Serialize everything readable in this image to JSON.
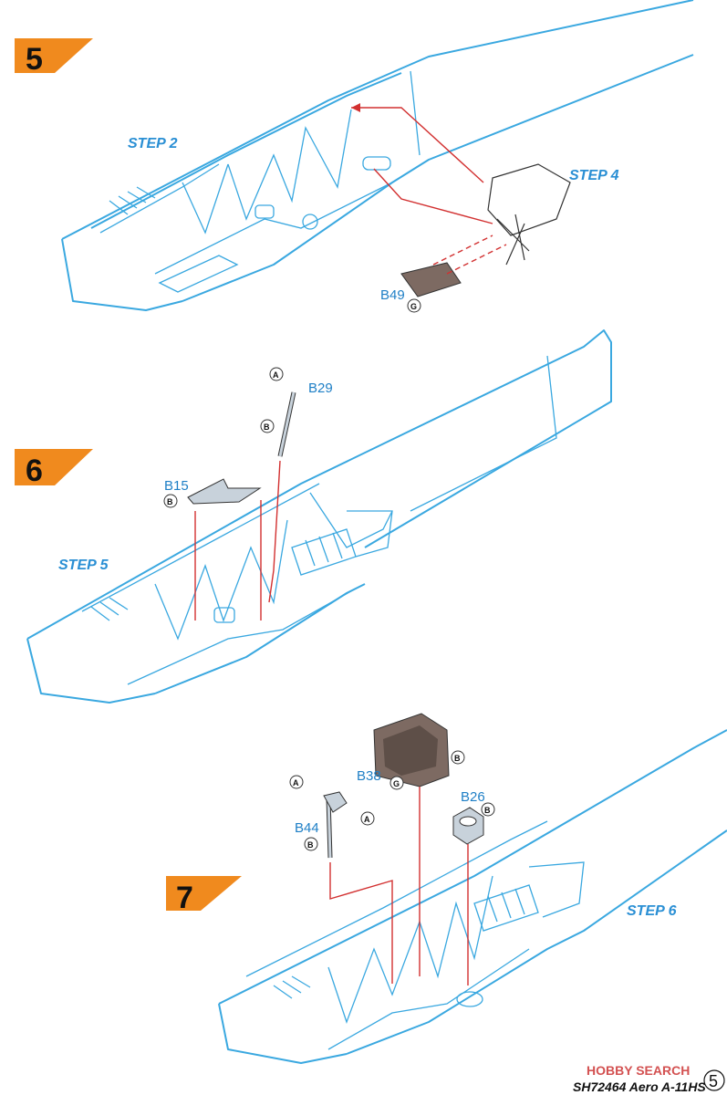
{
  "steps": [
    {
      "number": "5",
      "sub_labels": [
        "STEP 2",
        "STEP 4"
      ],
      "parts": [
        {
          "id": "B49",
          "paint": "G"
        }
      ]
    },
    {
      "number": "6",
      "sub_labels": [
        "STEP 5"
      ],
      "parts": [
        {
          "id": "B29",
          "paint": [
            "A",
            "B"
          ]
        },
        {
          "id": "B15",
          "paint": "B"
        }
      ]
    },
    {
      "number": "7",
      "sub_labels": [
        "STEP 6"
      ],
      "parts": [
        {
          "id": "B38",
          "paint": [
            "G",
            "B"
          ]
        },
        {
          "id": "B26",
          "paint": "B"
        },
        {
          "id": "B44",
          "paint": [
            "A",
            "A",
            "B"
          ]
        }
      ]
    }
  ],
  "footer": {
    "product": "SH72464 Aero A-11HS",
    "page_number": "5",
    "watermark": "HOBBY SEARCH"
  },
  "colors": {
    "frame": "#3aa8e0",
    "arrows": "#d23030",
    "step_badge": "#f08a1e",
    "labels": "#2a8fd4"
  }
}
